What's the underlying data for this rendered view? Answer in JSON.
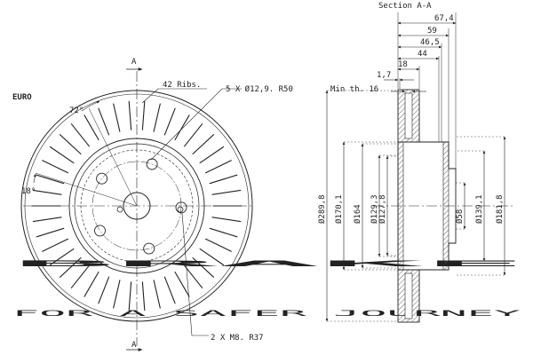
{
  "watermark": {
    "brand_line1": "EURO",
    "brand_line2": "BRAKE",
    "tagline": "FOR A SAFER JOURNEY"
  },
  "front_view": {
    "section_mark_top": "A",
    "section_mark_bottom": "A",
    "ribs_label": "42 Ribs.",
    "angle_72": "72°",
    "angle_18": "18°",
    "holes_label": "5 X Ø12,9. R50",
    "threads_label": "2 X M8. R37",
    "rib_count": 42,
    "bolt_hole_count": 5
  },
  "section_view": {
    "title": "Section A-A",
    "widths": [
      "67,4",
      "59",
      "46,5",
      "44",
      "18",
      "1,7"
    ],
    "min_thickness": "Min th. 16",
    "diameters": [
      "Ø289,8",
      "Ø170,1",
      "Ø164",
      "Ø129,3",
      "Ø127,8",
      "Ø58",
      "Ø139,1",
      "Ø181,8"
    ]
  }
}
